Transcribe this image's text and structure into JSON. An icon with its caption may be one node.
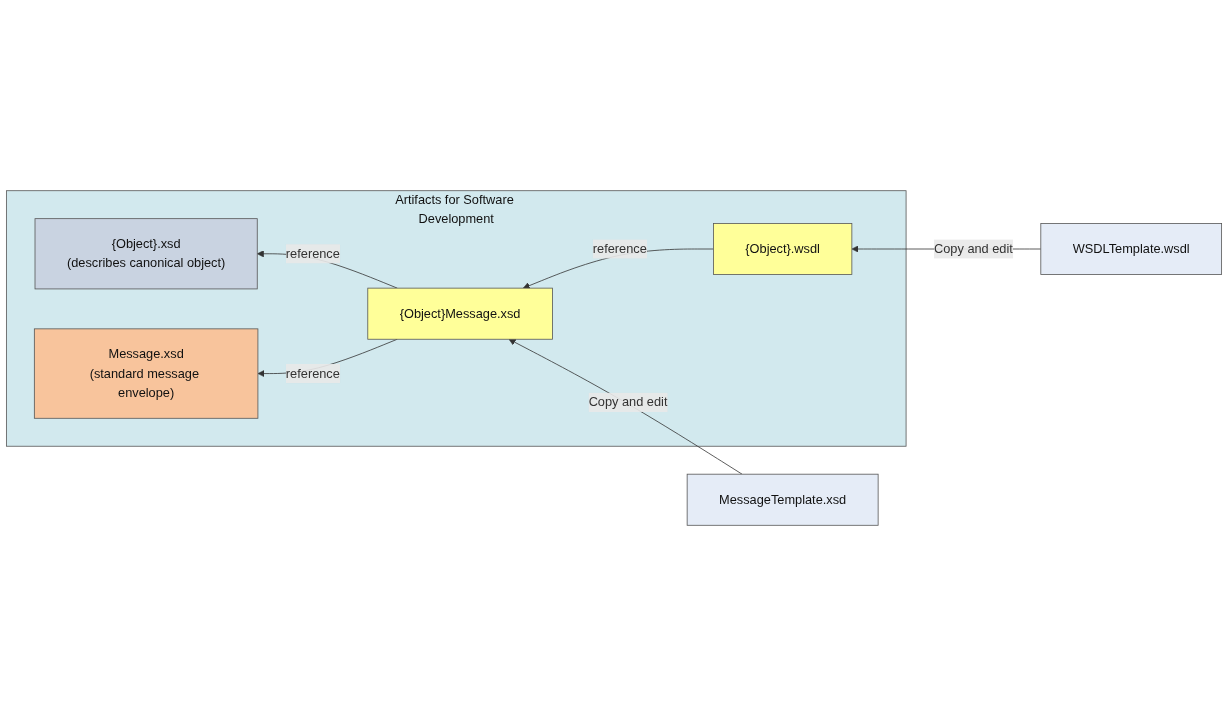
{
  "diagram": {
    "nodes": [
      {
        "text": [
          "Artifacts for Software Development"
        ]
      },
      {
        "text": [
          "{Object}.xsd",
          "(describes canonical object)"
        ],
        "in": 0
      },
      {
        "text": [
          "Message.xsd",
          "(standard message envelope)"
        ],
        "in": 0
      },
      {
        "text": [
          "{Object}Message.xsd"
        ],
        "in": 0
      },
      {
        "text": [
          "{Object}.wsdl"
        ],
        "in": 0
      },
      {
        "text": [
          "MessageTemplate.xsd"
        ]
      },
      {
        "text": [
          "WSDLTemplate.wsdl"
        ]
      }
    ],
    "edges": [
      {
        "from": 3,
        "to": 1,
        "arrow": "to",
        "label": "reference"
      },
      {
        "from": 3,
        "to": 2,
        "arrow": "to",
        "label": "reference"
      },
      {
        "from": 4,
        "to": 3,
        "arrow": "to",
        "label": "reference"
      },
      {
        "from": 5,
        "to": 3,
        "arrow": "to",
        "label": "Copy and edit"
      },
      {
        "from": 6,
        "to": 4,
        "arrow": "to",
        "label": "Copy and edit"
      }
    ]
  }
}
